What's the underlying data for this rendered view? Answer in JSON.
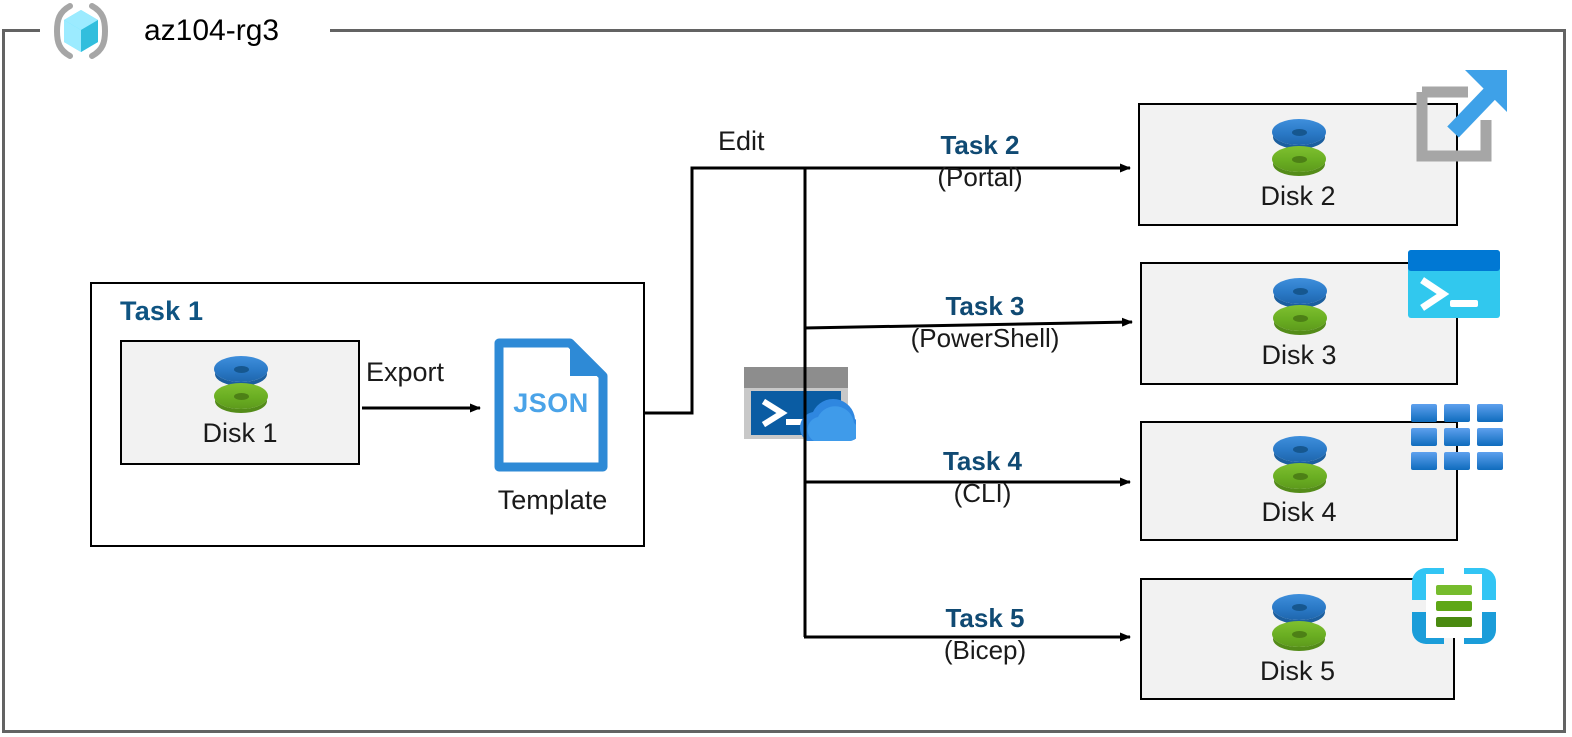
{
  "resource_group": {
    "name": "az104-rg3",
    "icon": "resource-group-cube-icon"
  },
  "task1": {
    "label": "Task 1",
    "disk": {
      "caption": "Disk 1",
      "icon": "managed-disk-icon"
    },
    "export_label": "Export",
    "template": {
      "file_type": "JSON",
      "caption": "Template",
      "icon": "json-file-icon"
    }
  },
  "edit_label": "Edit",
  "cloud_shell": {
    "icon": "cloud-shell-icon"
  },
  "tasks": [
    {
      "name": "Task 2",
      "tool": "(Portal)",
      "disk": "Disk 2",
      "service_icon": "azure-portal-icon"
    },
    {
      "name": "Task 3",
      "tool": "(PowerShell)",
      "disk": "Disk 3",
      "service_icon": "powershell-icon"
    },
    {
      "name": "Task 4",
      "tool": "(CLI)",
      "disk": "Disk 4",
      "service_icon": "azure-cli-grid-icon"
    },
    {
      "name": "Task 5",
      "tool": "(Bicep)",
      "disk": "Disk 5",
      "service_icon": "bicep-icon"
    }
  ],
  "colors": {
    "task_label": "#104a73",
    "task1_label": "#0f5482",
    "box_fill": "#f2f2f2",
    "box_border": "#000000",
    "rg_border": "#636363",
    "json_blue": "#2e8ad6",
    "disk_blue": "#2a79c6",
    "disk_green": "#6aae22",
    "powershell_cyan": "#31c8ee",
    "portal_blue": "#3ea1e8",
    "bicep_cyan": "#31c8ee",
    "bicep_green": "#76bc2d"
  }
}
